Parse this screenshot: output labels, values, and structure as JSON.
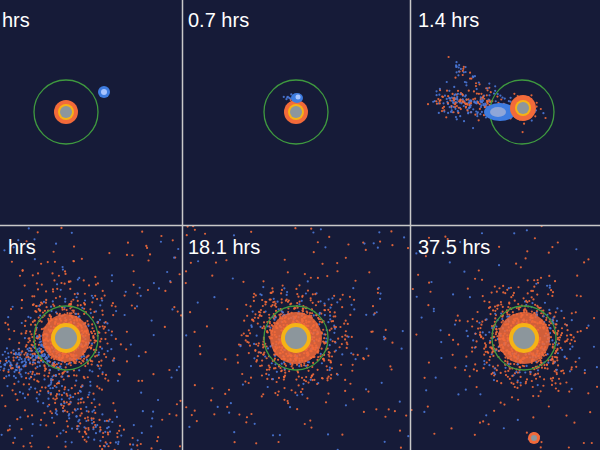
{
  "diagram": {
    "labels": [
      "hrs",
      "0.7 hrs",
      "1.4 hrs",
      "hrs",
      "18.1 hrs",
      "37.5 hrs"
    ]
  }
}
